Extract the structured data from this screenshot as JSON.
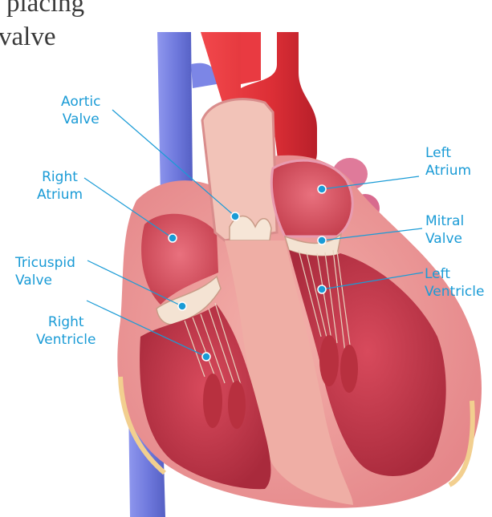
{
  "header": {
    "line1": "placing",
    "line2": "valve"
  },
  "colors": {
    "label": "#1a9bd6",
    "oxygenated": "#e2343b",
    "deoxygenated": "#7c86e6",
    "chamber_wall": "#e8a39a",
    "muscle": "#c8364a"
  },
  "labels": {
    "aortic_valve": {
      "line1": "Aortic",
      "line2": "Valve"
    },
    "right_atrium": {
      "line1": "Right",
      "line2": "Atrium"
    },
    "left_atrium": {
      "line1": "Left",
      "line2": "Atrium"
    },
    "mitral_valve": {
      "line1": "Mitral",
      "line2": "Valve"
    },
    "tricuspid_valve": {
      "line1": "Tricuspid",
      "line2": "Valve"
    },
    "left_ventricle": {
      "line1": "Left",
      "line2": "Ventricle"
    },
    "right_ventricle": {
      "line1": "Right",
      "line2": "Ventricle"
    }
  }
}
